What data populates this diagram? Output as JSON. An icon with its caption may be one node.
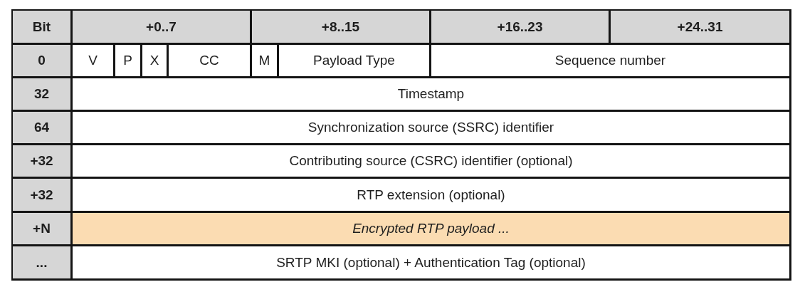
{
  "diagram": {
    "labels": [
      "Bit",
      "+0..7",
      "+8..15",
      "+16..23",
      "+24..31",
      "0",
      "V",
      "P",
      "X",
      "CC",
      "M",
      "Payload Type",
      "Sequence number",
      "32",
      "Timestamp",
      "64",
      "Synchronization source (SSRC) identifier",
      "+32",
      "Contributing source (CSRC) identifier (optional)",
      "+32",
      "RTP extension (optional)",
      "+N",
      "Encrypted RTP payload ...",
      "...",
      "SRTP MKI (optional) + Authentication Tag (optional)"
    ]
  }
}
